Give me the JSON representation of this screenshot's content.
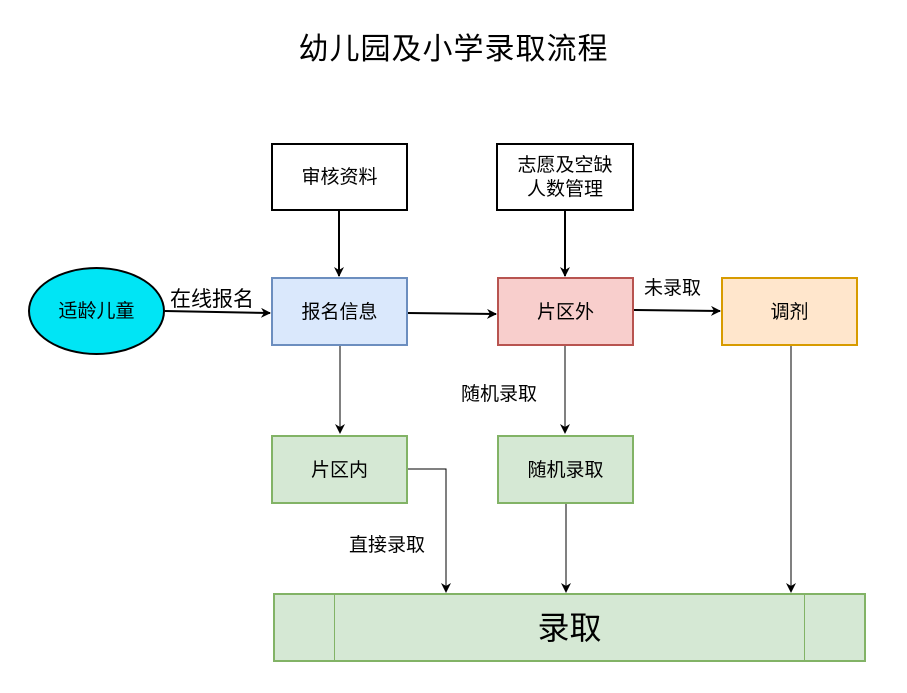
{
  "diagram": {
    "title": "幼儿园及小学录取流程",
    "nodes": {
      "child": "适龄儿童",
      "review": "审核资料",
      "quota": "志愿及空缺人数管理",
      "signup_info": "报名信息",
      "out_zone": "片区外",
      "adjust": "调剂",
      "in_zone": "片区内",
      "random_box": "随机录取",
      "admit": "录取"
    },
    "edge_labels": {
      "online_signup": "在线报名",
      "not_admitted": "未录取",
      "random_admit": "随机录取",
      "direct_admit": "直接录取"
    },
    "colors": {
      "child_fill": "#00e5f5",
      "blue_fill": "#dae8fc",
      "red_fill": "#f8cecc",
      "orange_fill": "#ffe6cc",
      "green_fill": "#d5e8d4"
    }
  }
}
